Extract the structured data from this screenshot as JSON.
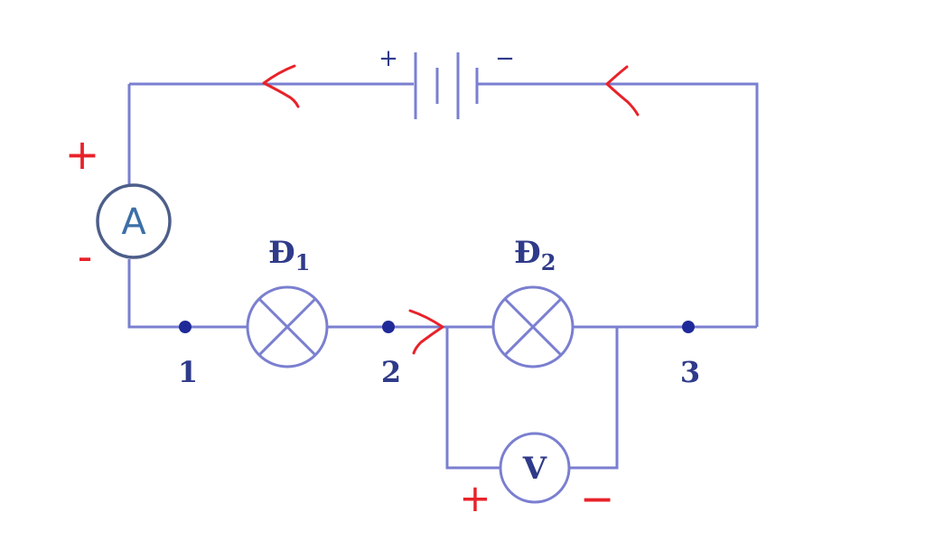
{
  "circuit": {
    "battery": {
      "plus": "+",
      "minus": "−"
    },
    "ammeter": {
      "letter": "A"
    },
    "voltmeter": {
      "letter": "V"
    },
    "lamp1": {
      "label": "Đ",
      "sub": "1"
    },
    "lamp2": {
      "label": "Đ",
      "sub": "2"
    },
    "nodes": {
      "n1": "1",
      "n2": "2",
      "n3": "3"
    }
  },
  "annotations": {
    "ammeter_plus": "+",
    "ammeter_minus": "-",
    "voltmeter_plus": "+",
    "voltmeter_minus": "−"
  },
  "colors": {
    "wire": "#7a7fd0",
    "label": "#2f3a8a",
    "annotation": "#e8222a"
  }
}
